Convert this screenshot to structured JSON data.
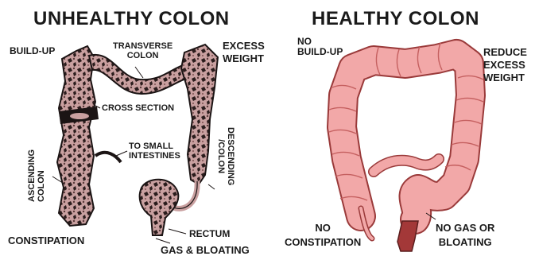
{
  "left_panel": {
    "title": "UNHEALTHY COLON",
    "labels": {
      "build_up": "BUILD-UP",
      "transverse": "TRANSVERSE\nCOLON",
      "excess_weight": "EXCESS\nWEIGHT",
      "cross_section": "CROSS SECTION",
      "to_small_intestines": "TO SMALL\nINTESTINES",
      "ascending": "ASCENDING\nCOLON",
      "descending": "DESCENDING\n/COLON",
      "rectum": "RECTUM",
      "constipation": "CONSTIPATION",
      "gas_bloating": "GAS & BLOATING"
    }
  },
  "right_panel": {
    "title": "HEALTHY COLON",
    "labels": {
      "no_build_up": "NO\nBUILD-UP",
      "reduce_weight": "REDUCE\nEXCESS\nWEIGHT",
      "no_constipation": "NO\nCONSTIPATION",
      "no_gas": "NO GAS OR\nBLOATING"
    }
  },
  "colors": {
    "healthy_fill": "#f2a8a8",
    "healthy_stroke": "#9a3a3a",
    "unhealthy_fill": "#c9a0a0",
    "unhealthy_dark": "#1b1414"
  }
}
